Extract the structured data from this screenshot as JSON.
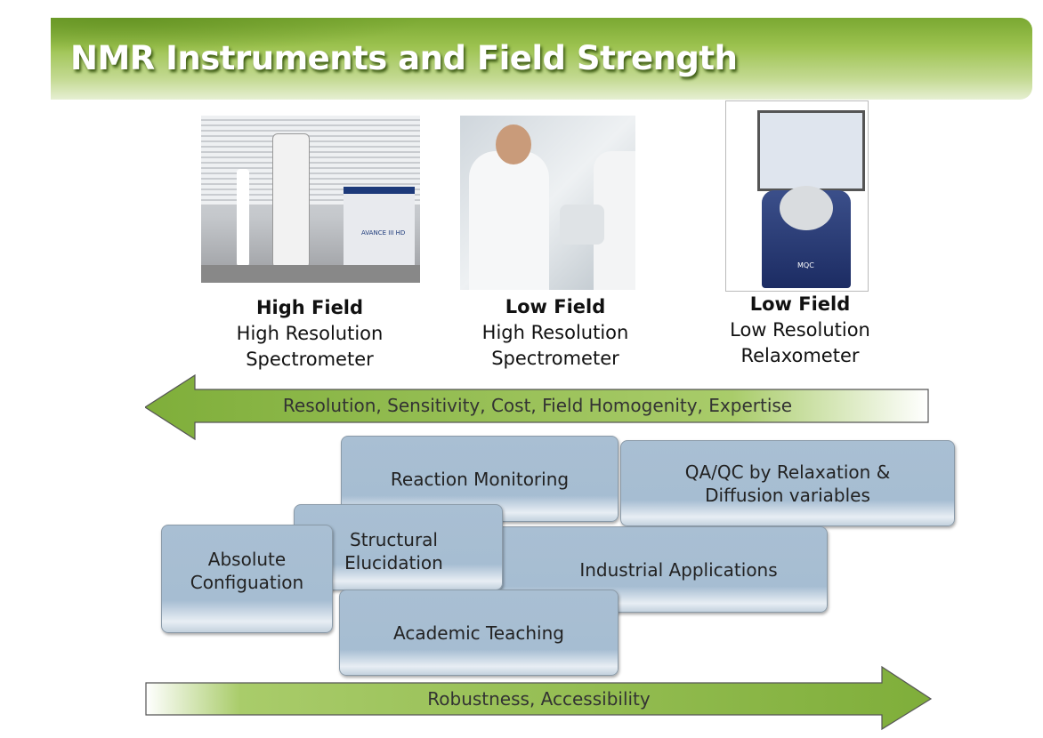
{
  "title": "NMR Instruments and Field Strength",
  "instruments": [
    {
      "field": "High Field",
      "resolution": "High Resolution",
      "type": "Spectrometer"
    },
    {
      "field": "Low Field",
      "resolution": "High Resolution",
      "type": "Spectrometer"
    },
    {
      "field": "Low Field",
      "resolution": "Low Resolution",
      "type": "Relaxometer"
    }
  ],
  "photo_labels": {
    "p1": "AVANCE III HD",
    "p3": "MQC"
  },
  "top_arrow": "Resolution, Sensitivity, Cost, Field Homogenity, Expertise",
  "bottom_arrow": "Robustness, Accessibility",
  "applications": {
    "reaction": "Reaction Monitoring",
    "qaqc_1": "QA/QC by Relaxation &",
    "qaqc_2": "Diffusion variables",
    "structural_1": "Structural",
    "structural_2": "Elucidation",
    "absolute_1": "Absolute",
    "absolute_2": "Configuation",
    "industrial": "Industrial Applications",
    "academic": "Academic Teaching"
  }
}
